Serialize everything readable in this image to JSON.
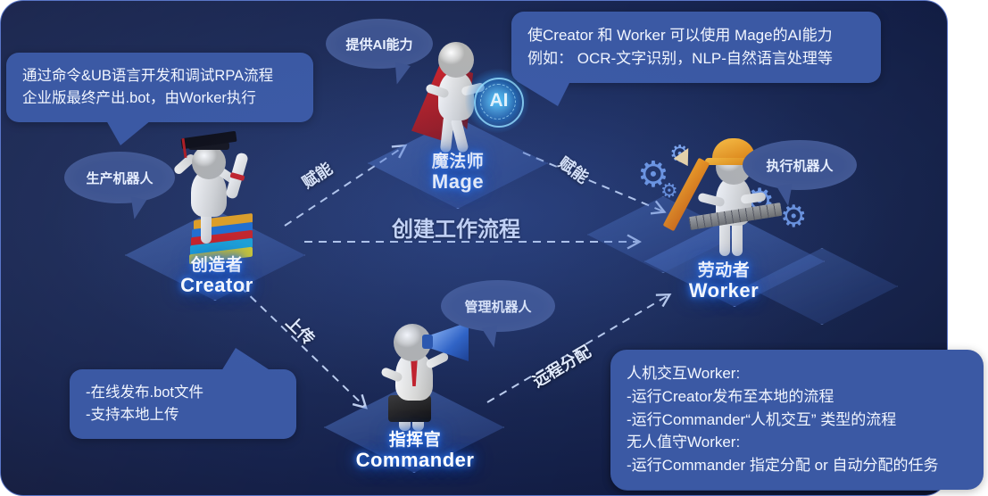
{
  "diagram": {
    "title_flow": "创建工作流程",
    "nodes": [
      {
        "id": "creator",
        "cn": "创造者",
        "en": "Creator",
        "bubble": "生产机器人",
        "icon": "graduate-figure-icon"
      },
      {
        "id": "mage",
        "cn": "魔法师",
        "en": "Mage",
        "bubble": "提供AI能力",
        "icon": "superhero-ai-figure-icon"
      },
      {
        "id": "worker",
        "cn": "劳动者",
        "en": "Worker",
        "bubble": "执行机器人",
        "icon": "hardhat-worker-figure-icon"
      },
      {
        "id": "commander",
        "cn": "指挥官",
        "en": "Commander",
        "bubble": "管理机器人",
        "icon": "megaphone-figure-icon"
      }
    ],
    "edges": [
      {
        "id": "creator-to-mage",
        "label": "赋能"
      },
      {
        "id": "mage-to-worker",
        "label": "赋能"
      },
      {
        "id": "creator-to-worker",
        "label": "创建工作流程"
      },
      {
        "id": "creator-to-commander",
        "label": "上传"
      },
      {
        "id": "commander-to-worker",
        "label": "远程分配"
      }
    ],
    "callouts": {
      "creator": {
        "lines": [
          "通过命令&UB语言开发和调试RPA流程",
          "企业版最终产出.bot，由Worker执行"
        ]
      },
      "mage": {
        "lines": [
          "使Creator 和 Worker 可以使用 Mage的AI能力",
          "例如： OCR-文字识别，NLP-自然语言处理等"
        ]
      },
      "commander": {
        "lines": [
          "-在线发布.bot文件",
          "-支持本地上传"
        ]
      },
      "worker": {
        "lines": [
          "人机交互Worker:",
          "-运行Creator发布至本地的流程",
          "-运行Commander“人机交互” 类型的流程",
          "无人值守Worker:",
          "-运行Commander 指定分配 or 自动分配的任务"
        ]
      }
    },
    "colors": {
      "panel_bg": "#14204a",
      "panel_border": "#5a76c8",
      "callout_bg": "#3b59a4",
      "bubble_bg": "#3e5490",
      "label_glow": "#2d7dff",
      "platform": "#5c86dc",
      "gear": "#7fa2e8",
      "cape_red": "#c22024",
      "hardhat_orange": "#f09b16"
    }
  }
}
